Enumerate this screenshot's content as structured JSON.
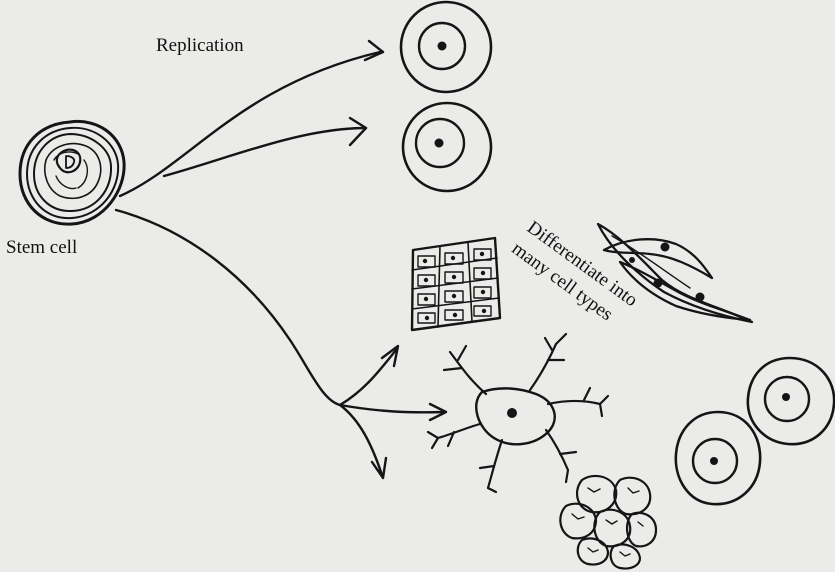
{
  "diagram": {
    "labels": {
      "replication": "Replication",
      "stem_cell": "Stem cell",
      "differentiate_line1": "Differentiate into",
      "differentiate_line2": "many cell types"
    }
  }
}
